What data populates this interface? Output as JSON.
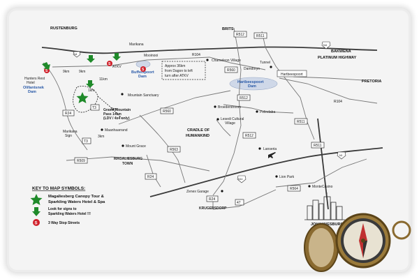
{
  "title_places": {
    "rustenburg": "RUSTENBURG",
    "brits": "BRITS",
    "bakwena": "BAKWENA",
    "bakwena_sub": "PLATINUM HIGHWAY",
    "pretoria": "PRETORIA",
    "cradle1": "CRADLE OF",
    "cradle2": "HUMANKIND",
    "magaliesburg1": "MAGALIESBURG",
    "magaliesburg2": "TOWN",
    "krugersdorp": "KRUGERSDORP",
    "johannesburg": "JOHANNESBURG"
  },
  "places": {
    "marikana": "Marikana",
    "mooinooi": "Mooinooi",
    "atkv": "ATKV",
    "chameleon": "Chameleon Village",
    "tunnel": "Tunnel",
    "damdoryn": "Damdoryn",
    "hartbeespoort": "Hartbeespoort",
    "hunters": "Hunters Rest",
    "hunters2": "Hotel",
    "mountain_sanctuary": "Mountain Sanctuary",
    "maanhaarrand": "Maanhaarrand",
    "marikana_sign1": "Marikana",
    "marikana_sign2": "Sign",
    "mount_grace": "Mount Grace",
    "broederstroom": "Broederstroom",
    "pelindaba": "Pelindaba",
    "lesedi1": "Lesedi Cultural",
    "lesedi2": "Village",
    "lanseria": "Lanseria",
    "lion_park": "Lion Park",
    "monte_casino": "MonteCasino",
    "zenex": "Zenex Garage"
  },
  "dams": {
    "buffelspoort1": "Buffelspoort",
    "buffelspoort2": "Dam",
    "olifantsnek1": "Olifantsnek",
    "olifantsnek2": "Dam",
    "hartbeespoort1": "Hartbeespoort",
    "hartbeespoort2": "Dam"
  },
  "distances": {
    "d1": "9km",
    "d2": "9km",
    "d3": "11km",
    "d4": "1km",
    "d5": "3km",
    "d6": "3km"
  },
  "gravel": {
    "line1": "Gravel Mountain",
    "line2": "Pass 14km",
    "line3": "(LDV / 4x4 only)"
  },
  "note": {
    "line1": "Approx 36km",
    "line2": "from Dagon to left",
    "line3": "turn after ATKV"
  },
  "route_labels": {
    "r512_top": "R512",
    "r511_top": "R511",
    "r104_top": "R104",
    "r560_top": "R560",
    "r512_mid": "R512",
    "r104_right": "R104",
    "r560_mid": "R560",
    "r24_left": "R24",
    "t3_a": "T3",
    "t3_b": "T3",
    "r563": "R563",
    "r509": "R509",
    "r24_low": "R24",
    "r512_low": "R512",
    "r511_right": "R511",
    "r511_low": "R511",
    "r564": "R564",
    "r24_bottom": "R24",
    "n47": "47",
    "n4_left": "N4",
    "n4_right": "N4",
    "n14": "N14",
    "n1": "N1"
  },
  "key": {
    "title": "KEY TO MAP SYMBOLS:",
    "star_line1": "Magaliesberg Canopy Tour &",
    "star_line2": "Sparkling Waters Hotel & Spa",
    "arrow_line1": "Look for signs to",
    "arrow_line2": "Sparkling Waters Hotel !!!",
    "stop_line": "3 Way Stop Streets",
    "stop_symbol": "S"
  },
  "colors": {
    "star": "#1f8a2a",
    "arrow": "#1f8a2a",
    "stop": "#d0202a",
    "dam_text": "#2a5aa8"
  },
  "icons": [
    "star-icon",
    "green-arrow-icon",
    "stop-sign-icon",
    "compass-icon",
    "city-skyline-icon",
    "airplane-icon",
    "highway-shield-icon"
  ]
}
